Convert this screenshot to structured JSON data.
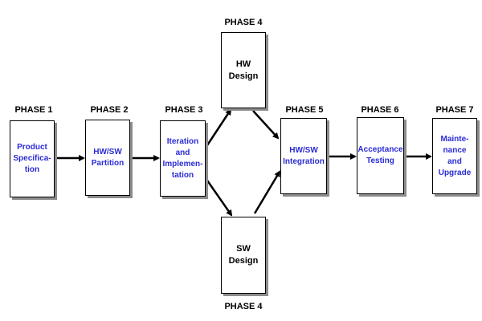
{
  "phases": {
    "p1": {
      "label": "PHASE 1",
      "lines": [
        "Product",
        "Specifica-",
        "tion"
      ]
    },
    "p2": {
      "label": "PHASE 2",
      "lines": [
        "HW/SW",
        "Partition"
      ]
    },
    "p3": {
      "label": "PHASE 3",
      "lines": [
        "Iteration",
        "and",
        "Implemen-",
        "tation"
      ]
    },
    "p4_hw": {
      "label": "PHASE 4",
      "lines": [
        "HW",
        "Design"
      ]
    },
    "p4_sw": {
      "label": "PHASE 4",
      "lines": [
        "SW",
        "Design"
      ]
    },
    "p5": {
      "label": "PHASE 5",
      "lines": [
        "HW/SW",
        "Integration"
      ]
    },
    "p6": {
      "label": "PHASE 6",
      "lines": [
        "Acceptance",
        "Testing"
      ]
    },
    "p7": {
      "label": "PHASE 7",
      "lines": [
        "Mainte-",
        "nance",
        "and",
        "Upgrade"
      ]
    }
  },
  "colors": {
    "blue_text": "#2b2bd6",
    "shadow": "#8c8c8c",
    "arrow": "#000000"
  }
}
